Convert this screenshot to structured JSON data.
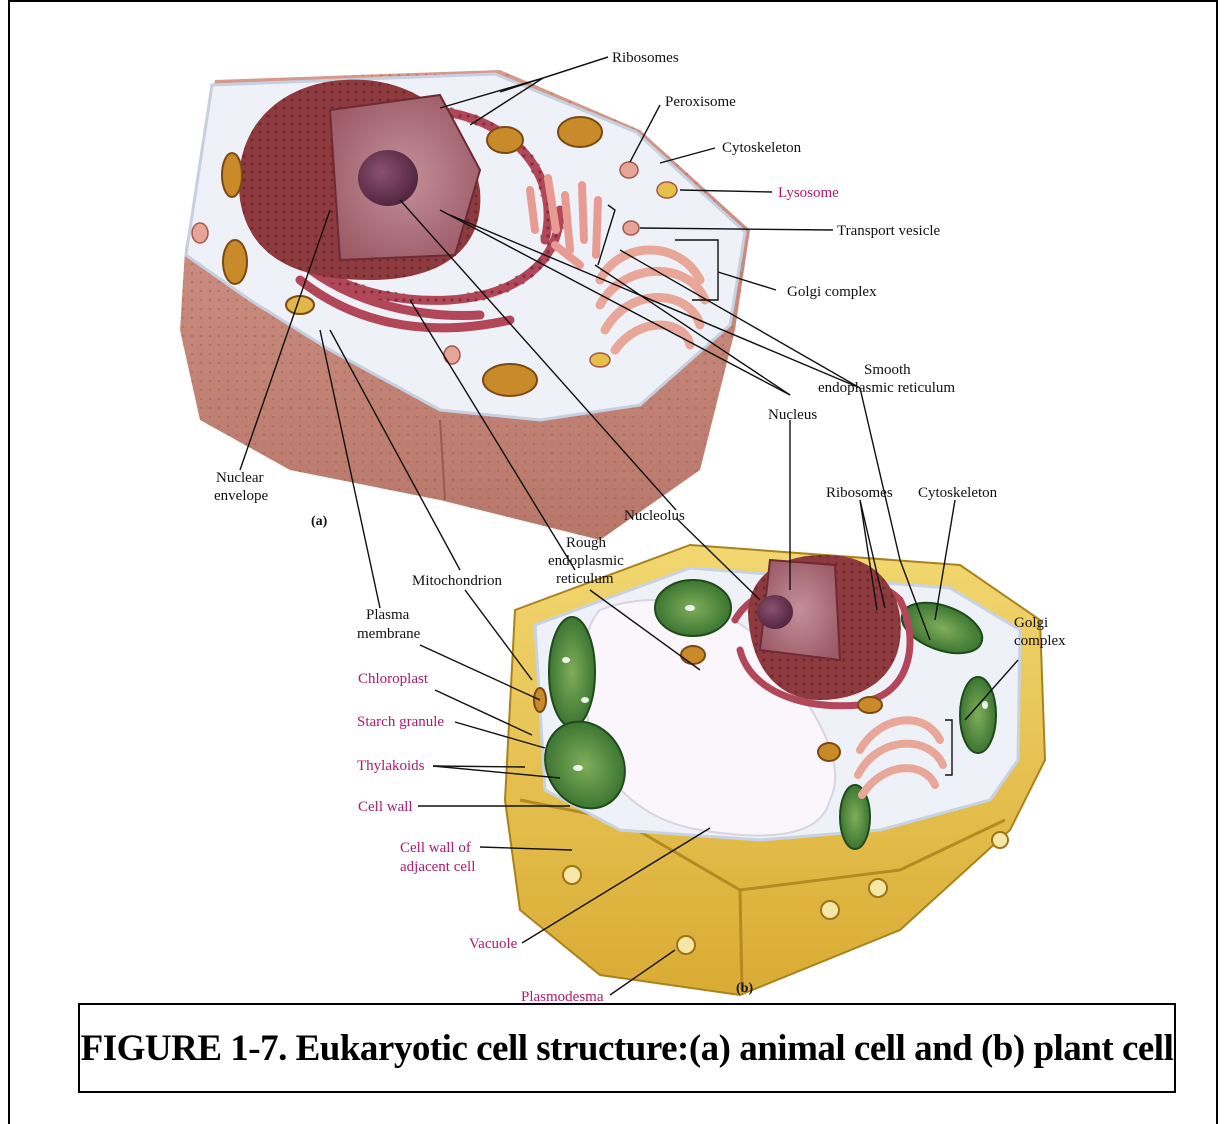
{
  "panels": {
    "a": "(a)",
    "b": "(b)"
  },
  "labels_a": {
    "ribosomes": "Ribosomes",
    "peroxisome": "Peroxisome",
    "cytoskeleton": "Cytoskeleton",
    "lysosome": "Lysosome",
    "transport_vesicle": "Transport vesicle",
    "golgi_complex": "Golgi complex",
    "smooth_er_line1": "Smooth",
    "smooth_er_line2": "endoplasmic reticulum",
    "nucleus": "Nucleus",
    "nuclear_envelope_line1": "Nuclear",
    "nuclear_envelope_line2": "envelope"
  },
  "labels_shared": {
    "nucleolus": "Nucleolus",
    "rough_er_line1": "Rough",
    "rough_er_line2": "endoplasmic",
    "rough_er_line3": "reticulum",
    "mitochondrion": "Mitochondrion",
    "plasma_membrane_line1": "Plasma",
    "plasma_membrane_line2": "membrane"
  },
  "labels_b": {
    "ribosomes": "Ribosomes",
    "cytoskeleton": "Cytoskeleton",
    "golgi_line1": "Golgi",
    "golgi_line2": "complex",
    "chloroplast": "Chloroplast",
    "starch_granule": "Starch granule",
    "thylakoids": "Thylakoids",
    "cell_wall": "Cell wall",
    "cell_wall_adjacent_line1": "Cell wall of",
    "cell_wall_adjacent_line2": "adjacent cell",
    "vacuole": "Vacuole",
    "plasmodesma": "Plasmodesma"
  },
  "caption": "FIGURE 1-7. Eukaryotic cell structure:(a) animal cell and (b) plant cell",
  "colors": {
    "label_black": "#111111",
    "label_pink": "#b0186e",
    "cytoplasm": "#eef2f8",
    "cell_body": "#c98a7c",
    "nucleus": "#8e3a3e",
    "nucleoplasm": "#b67a86",
    "golgi": "#e9a79a",
    "mitochondrion": "#c98a2a",
    "chloroplast": "#3f7a34",
    "cell_wall": "#e8c74e",
    "vacuole": "#fbf6fb"
  }
}
